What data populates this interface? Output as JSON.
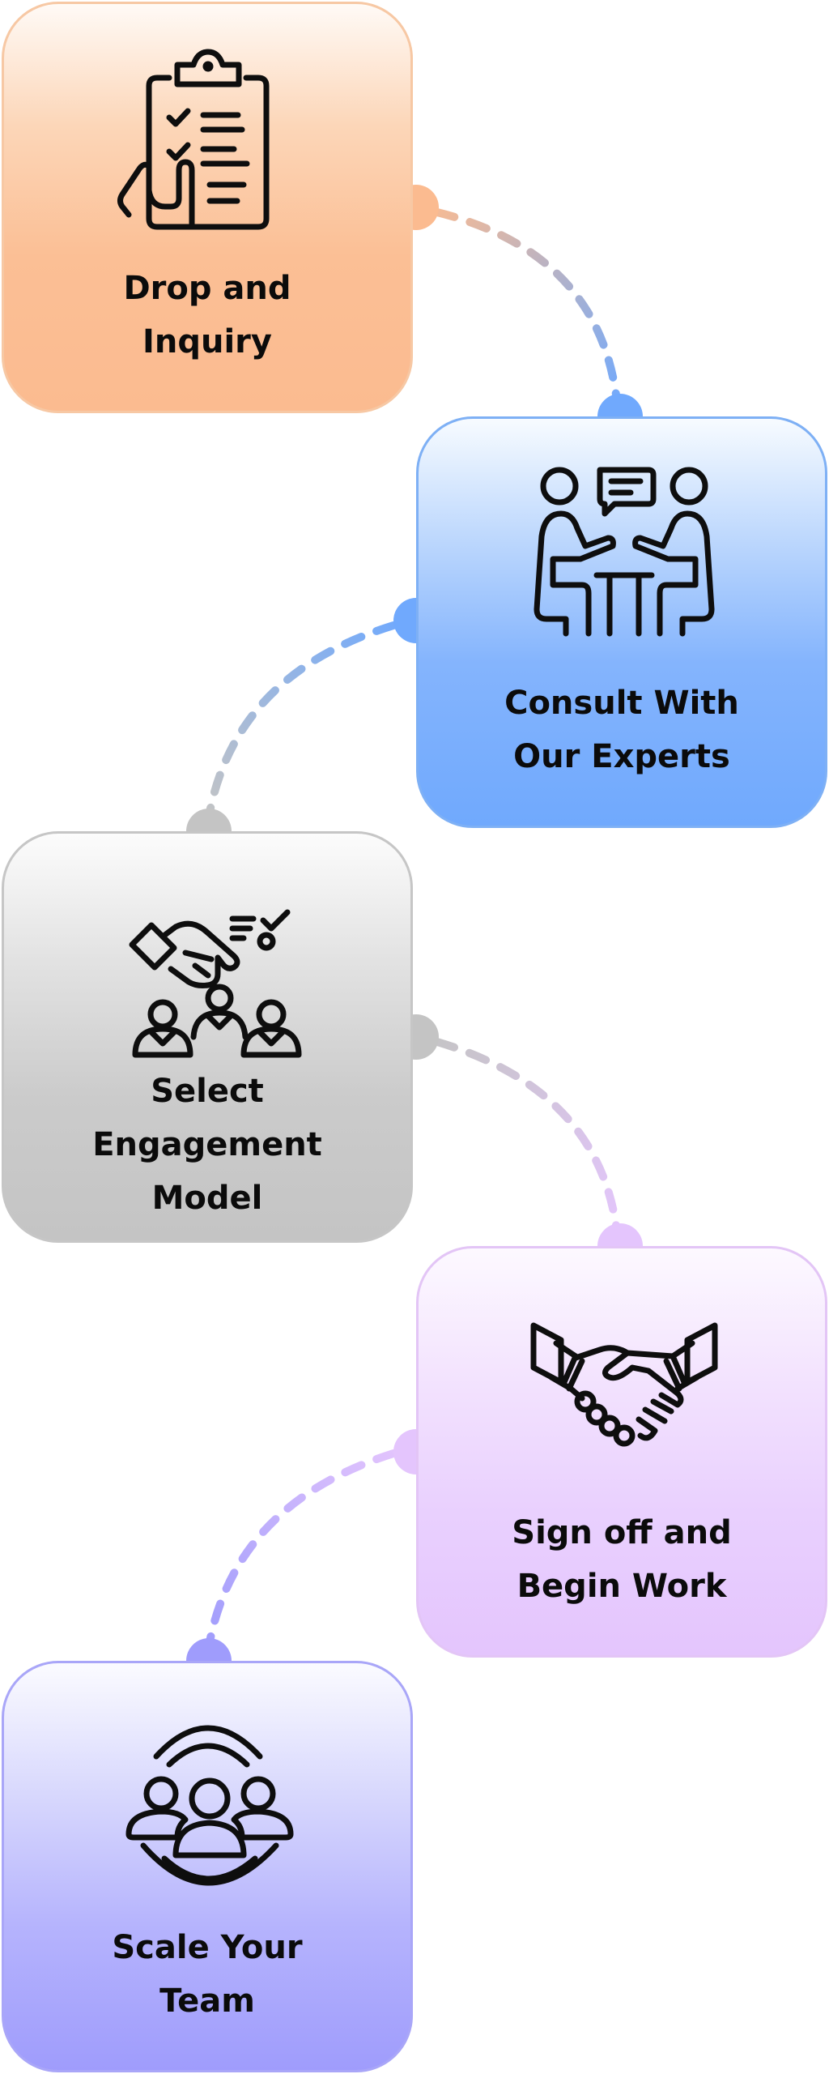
{
  "steps": [
    {
      "label": "Drop and\nInquiry",
      "icon": "clipboard-checklist-icon",
      "color": "#fbbb90"
    },
    {
      "label": "Consult With\nOur Experts",
      "icon": "consultation-meeting-icon",
      "color": "#70a9fd"
    },
    {
      "label": "Select\nEngagement\nModel",
      "icon": "candidate-selection-icon",
      "color": "#c4c4c4"
    },
    {
      "label": "Sign off and\nBegin Work",
      "icon": "handshake-icon",
      "color": "#e4c5fd"
    },
    {
      "label": "Scale Your\nTeam",
      "icon": "team-growth-icon",
      "color": "#9f9cfc"
    }
  ]
}
